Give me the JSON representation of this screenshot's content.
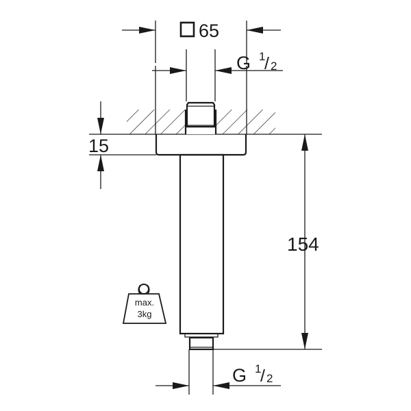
{
  "drawing": {
    "width_dimension": {
      "symbol": "square",
      "value": "65"
    },
    "top_thread": {
      "prefix": "G",
      "numerator": "1",
      "denominator": "2"
    },
    "flange_height": "15",
    "total_length": "154",
    "bottom_thread": {
      "prefix": "G",
      "numerator": "1",
      "denominator": "2"
    },
    "max_load": {
      "line1": "max.",
      "line2": "3kg"
    }
  },
  "colors": {
    "ink": "#1a1a1a",
    "background": "#ffffff"
  }
}
